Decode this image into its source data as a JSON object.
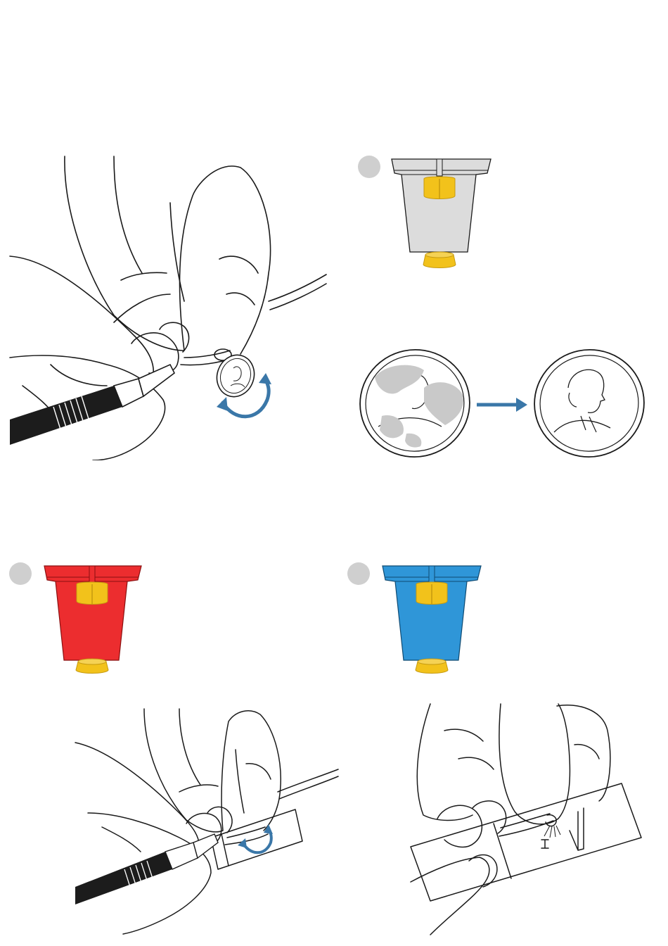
{
  "colors": {
    "line": "#1a1a1a",
    "step_dot": "#cfcfcf",
    "arrow_blue": "#3a77a8",
    "tool_black": "#1c1c1c",
    "tip_yellow": "#f2c21b",
    "tip_yellow_dark": "#c69a10",
    "tip_grey": "#dcdcdc",
    "tip_red": "#ec2d2f",
    "tip_blue": "#2f96d8",
    "tarnish": "#c9c9c9"
  },
  "panels": [
    {
      "id": "polish-coin",
      "icons": [
        "hand-icon",
        "rotary-tool-icon",
        "coin-icon",
        "rotate-arrow-icon"
      ]
    },
    {
      "id": "grey-tip",
      "tip_color": "grey",
      "icons": [
        "step-dot",
        "polishing-tip-icon"
      ]
    },
    {
      "id": "coin-before-after",
      "icons": [
        "tarnished-coin-icon",
        "right-arrow-icon",
        "clean-coin-icon"
      ]
    },
    {
      "id": "red-tip",
      "tip_color": "red",
      "icons": [
        "step-dot",
        "polishing-tip-icon"
      ]
    },
    {
      "id": "blue-tip",
      "tip_color": "blue",
      "icons": [
        "step-dot",
        "polishing-tip-icon"
      ]
    },
    {
      "id": "polish-strip",
      "icons": [
        "hand-icon",
        "rotary-tool-icon",
        "strip-icon",
        "rotate-arrow-icon"
      ]
    },
    {
      "id": "polish-strip-closeup",
      "icons": [
        "hand-icon",
        "strip-icon"
      ]
    }
  ]
}
